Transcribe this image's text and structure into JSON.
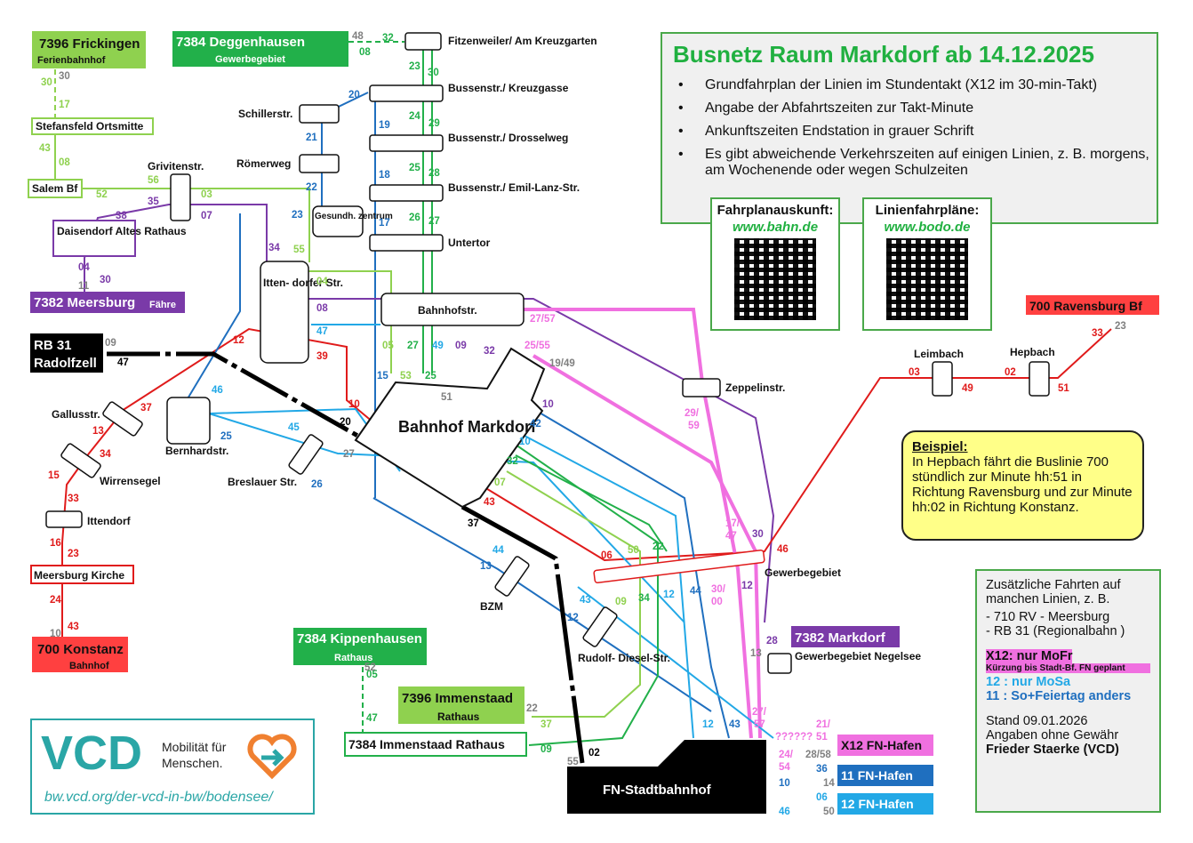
{
  "info": {
    "title": "Busnetz Raum Markdorf ab 14.12.2025",
    "bullets": [
      "Grundfahrplan der Linien im Stundentakt (X12 im 30-min-Takt)",
      "Angabe der Abfahrtszeiten zur Takt-Minute",
      "Ankunftszeiten Endstation in grauer Schrift",
      "Es gibt abweichende Verkehrszeiten auf einigen Linien, z. B. morgens, am Wochenende oder wegen Schulzeiten"
    ],
    "qr1_title": "Fahrplanauskunft:",
    "qr1_url": "www.bahn.de",
    "qr2_title": "Linienfahrpläne:",
    "qr2_url": "www.bodo.de"
  },
  "callout": {
    "heading": "Beispiel:",
    "text": "In Hepbach fährt die Buslinie 700 stündlich zur Minute hh:51 in Richtung Ravensburg und zur Minute hh:02 in Richtung Konstanz."
  },
  "extra": {
    "line1": "Zusätzliche Fahrten auf manchen Linien, z. B.",
    "line2": "- 710 RV - Meersburg",
    "line3": "- RB 31 (Regionalbahn )",
    "x12": "X12: nur MoFr",
    "x12_sub": "Kürzung bis Stadt-Bf. FN geplant",
    "l12": "12 : nur MoSa",
    "l11": "11 : So+Feiertag anders",
    "stand": "Stand 09.01.2026",
    "ohne": "Angaben ohne Gewähr",
    "author": "Frieder Staerke (VCD)"
  },
  "vcd": {
    "logo": "VCD",
    "tagline1": "Mobilität für",
    "tagline2": "Menschen.",
    "url": "bw.vcd.org/der-vcd-in-bw/bodensee/"
  },
  "terminals": {
    "frickingen": "7396 Frickingen",
    "frickingen_sub": "Ferienbahnhof",
    "deggenhausen": "7384 Deggenhausen",
    "deggenhausen_sub": "Gewerbegebiet",
    "meersburg_faehre": "7382 Meersburg",
    "meersburg_faehre_sub": "Fähre",
    "rb31a": "RB 31",
    "rb31b": "Radolfzell",
    "konstanz": "700 Konstanz",
    "konstanz_sub": "Bahnhof",
    "ravensburg": "700 Ravensburg Bf",
    "kippenhausen": "7384 Kippenhausen",
    "kippenhausen_sub": "Rathaus",
    "immenstaad396": "7396 Immenstaad",
    "immenstaad396_sub": "Rathaus",
    "immenstaad384": "7384 Immenstaad Rathaus",
    "markdorf382": "7382 Markdorf",
    "x12": "X12 FN-Hafen",
    "fn11": "11 FN-Hafen",
    "fn12": "12 FN-Hafen",
    "fn_stadt": "FN-Stadtbahnhof",
    "bahnhof": "Bahnhof Markdorf"
  },
  "stops": {
    "fitzenweiler": "Fitzenweiler/ Am Kreuzgarten",
    "bussen_kreuz": "Bussenstr./ Kreuzgasse",
    "bussen_dross": "Bussenstr./ Drosselweg",
    "bussen_emil": "Bussenstr./ Emil-Lanz-Str.",
    "untertor": "Untertor",
    "schiller": "Schillerstr.",
    "roemer": "Römerweg",
    "gesundh": "Gesundh. zentrum",
    "stefansfeld": "Stefansfeld Ortsmitte",
    "salem": "Salem Bf",
    "grivit": "Grivitenstr.",
    "daisendorf": "Daisendorf Altes Rathaus",
    "ittendorfer": "Itten- dorfer Str.",
    "bahnhofstr": "Bahnhofstr.",
    "zeppelin": "Zeppelinstr.",
    "gallus": "Gallusstr.",
    "wirrensegel": "Wirrensegel",
    "ittendorf": "Ittendorf",
    "meersburg_kirche": "Meersburg Kirche",
    "bernhard": "Bernhardstr.",
    "breslauer": "Breslauer Str.",
    "bzm": "BZM",
    "diesel": "Rudolf- Diesel-Str.",
    "gewerbe": "Gewerbegebiet",
    "negelsee": "Gewerbegebiet Negelsee",
    "leimbach": "Leimbach",
    "hepbach": "Hepbach"
  },
  "colors": {
    "green": "#22b04a",
    "lightgreen": "#8fd14f",
    "blue": "#1f6fbf",
    "lightblue": "#22a8e6",
    "purple": "#7a3aa8",
    "red": "#e01b1b",
    "magenta": "#f070e0",
    "black": "#000000",
    "gray": "#808080"
  }
}
